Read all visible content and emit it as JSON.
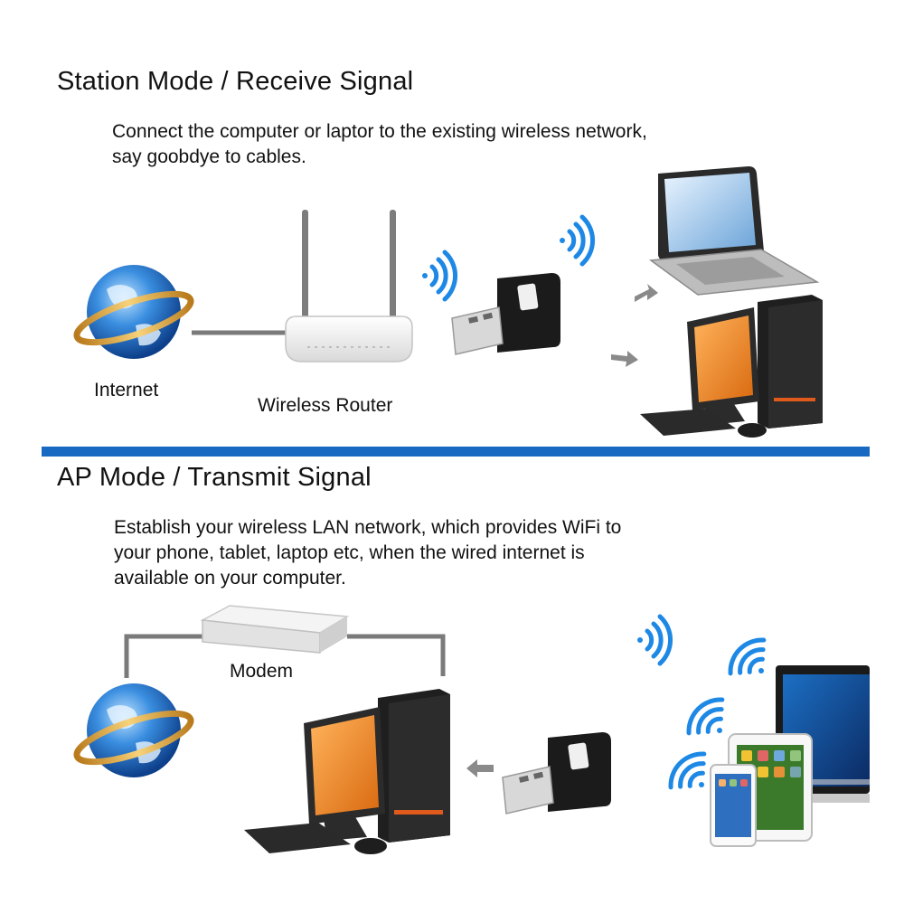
{
  "station": {
    "heading": "Station Mode / Receive Signal",
    "description": "Connect the computer or laptor to the existing wireless network,\nsay goobdye to cables.",
    "labels": {
      "internet": "Internet",
      "router": "Wireless Router"
    }
  },
  "ap": {
    "heading": "AP Mode / Transmit Signal",
    "description": "Establish your wireless LAN network, which provides WiFi to\nyour phone, tablet, laptop etc, when the wired internet is\navailable on your computer.",
    "labels": {
      "modem": "Modem"
    }
  },
  "colors": {
    "divider": "#1769c2",
    "wifi": "#1e88e5",
    "cable": "#7a7a7a",
    "monitor_screen": "#f28c28",
    "globe": "#2f7fd1",
    "ring": "#e9a93a"
  },
  "icons": [
    "globe-icon",
    "router-icon",
    "usb-adapter-icon",
    "wifi-signal-icon",
    "laptop-icon",
    "desktop-pc-icon",
    "modem-icon",
    "tablet-icon",
    "smartphone-icon",
    "arrow-icon"
  ]
}
